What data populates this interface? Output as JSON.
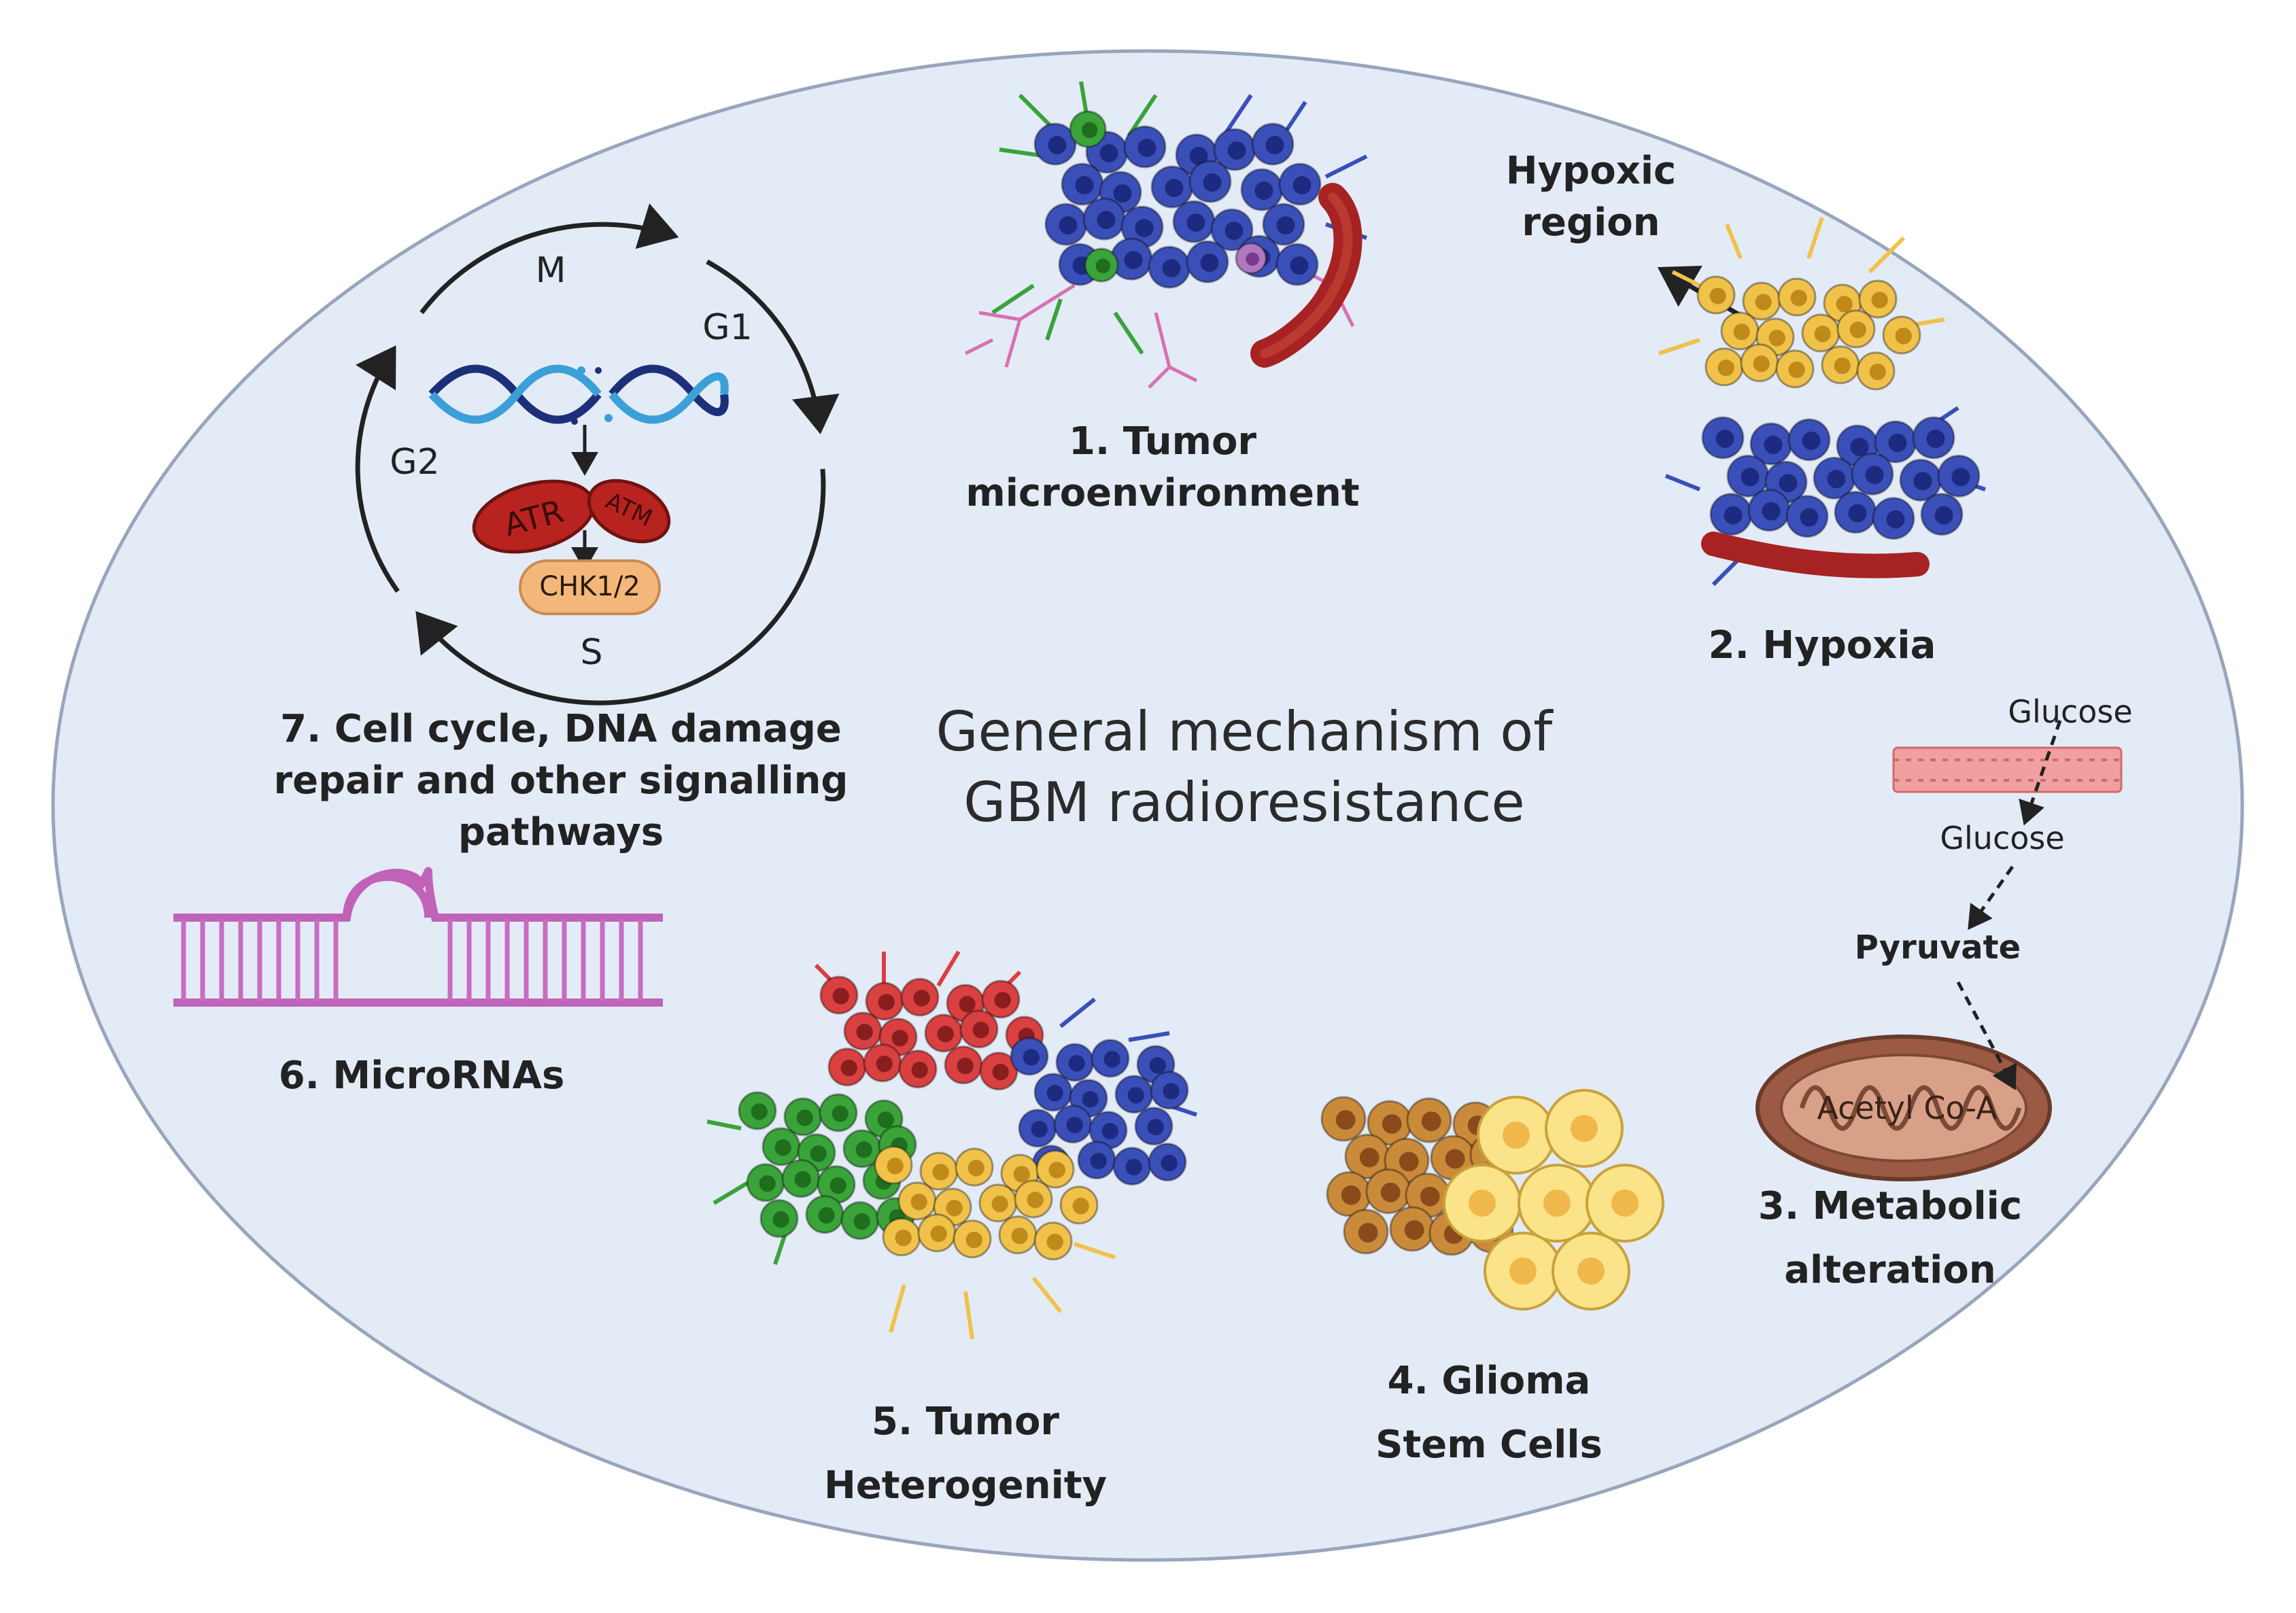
{
  "title": [
    "General mechanism of",
    "GBM radioresistance"
  ],
  "mechanisms": {
    "tumor_microenvironment": [
      "1. Tumor",
      "microenvironment"
    ],
    "hypoxia": "2. Hypoxia",
    "hypoxic_region": [
      "Hypoxic",
      "region"
    ],
    "metabolic_alteration": [
      "3. Metabolic",
      "alteration"
    ],
    "glioma_stem_cells": [
      "4. Glioma",
      "Stem Cells"
    ],
    "tumor_heterogeneity": [
      "5. Tumor",
      "Heterogenity"
    ],
    "micrornas": "6. MicroRNAs",
    "cell_cycle": [
      "7.  Cell cycle, DNA damage",
      "repair and other signalling",
      "pathways"
    ]
  },
  "metabolism": {
    "glucose_outside": "Glucose",
    "glucose_inside": "Glucose",
    "pyruvate": "Pyruvate",
    "acetyl_coa": "Acetyl Co-A"
  },
  "cell_cycle_diagram": {
    "phases": {
      "m": "M",
      "g1": "G1",
      "s": "S",
      "g2": "G2"
    },
    "proteins": {
      "atr": "ATR",
      "atm": "ATM",
      "chk": "CHK1/2"
    }
  },
  "colors": {
    "ellipse_fill": "#e3ebf7",
    "ellipse_stroke": "#98a6bc",
    "blue_cell": "#3b4fb8",
    "green_cell": "#3aa33a",
    "yellow_cell": "#f0c24a",
    "red_cell": "#d94040",
    "vessel": "#a72222",
    "mirna": "#c063b8",
    "mito": "#9a5a44"
  }
}
